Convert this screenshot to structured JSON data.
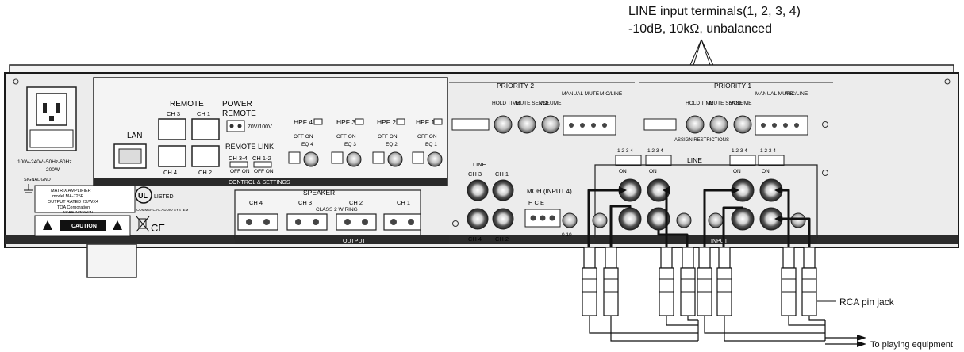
{
  "callouts": {
    "line_input_title": "LINE input terminals(1, 2, 3, 4)",
    "line_input_spec": "-10dB, 10kΩ, unbalanced",
    "rca_label": "RCA pin jack",
    "playing_label": "To playing equipment"
  },
  "panel": {
    "ac_voltage": "100V-240V~50Hz-60Hz",
    "ac_watts": "200W",
    "signal_gnd": "SIGNAL GND",
    "plate_line1": "MATRIX AMPLIFIER",
    "plate_line2": "model MA-725F",
    "plate_line3": "OUTPUT RATED 2X/WX4",
    "plate_line4": "TOA Corporation",
    "plate_line5": "MADE IN TAIWAN",
    "ul_listed": "LISTED",
    "ul_sub": "COMMERCIAL AUDIO SYSTEM",
    "ce_mark": "CE",
    "caution": "CAUTION",
    "lan": "LAN",
    "remote": "REMOTE",
    "power_remote_1": "POWER",
    "power_remote_2": "REMOTE",
    "remote_link": "REMOTE LINK",
    "ch3": "CH 3",
    "ch1": "CH 1",
    "ch4": "CH 4",
    "ch2": "CH 2",
    "ch34": "CH 3-4",
    "ch12": "CH 1-2",
    "off_on": "OFF ON",
    "v70_100": "70V/100V",
    "hpf4": "HPF 4",
    "hpf3": "HPF 3",
    "hpf2": "HPF 2",
    "hpf1": "HPF 1",
    "eq4": "EQ 4",
    "eq3": "EQ 3",
    "eq2": "EQ 2",
    "eq1": "EQ 1",
    "control_settings": "CONTROL & SETTINGS",
    "priority2": "PRIORITY 2",
    "priority1": "PRIORITY 1",
    "hold_time": "HOLD TIME",
    "mute_sense": "MUTE SENSE",
    "volume": "VOLUME",
    "manual_mute": "MANUAL MUTE",
    "mic_line": "MIC/LINE",
    "hce": "H C E",
    "assign_restrictions": "ASSIGN RESTRICTIONS",
    "line": "LINE",
    "moh": "MOH (INPUT 4)",
    "speaker": "SPEAKER",
    "class2_wiring": "CLASS 2 WIRING",
    "output": "OUTPUT",
    "input": "INPUT",
    "on": "ON",
    "dip_nums": "1 2 3 4",
    "scale_010": "0 10"
  },
  "colors": {
    "panel_fill": "#e8e8e8",
    "panel_dark": "#2a2a2a",
    "cable": "#111111"
  }
}
